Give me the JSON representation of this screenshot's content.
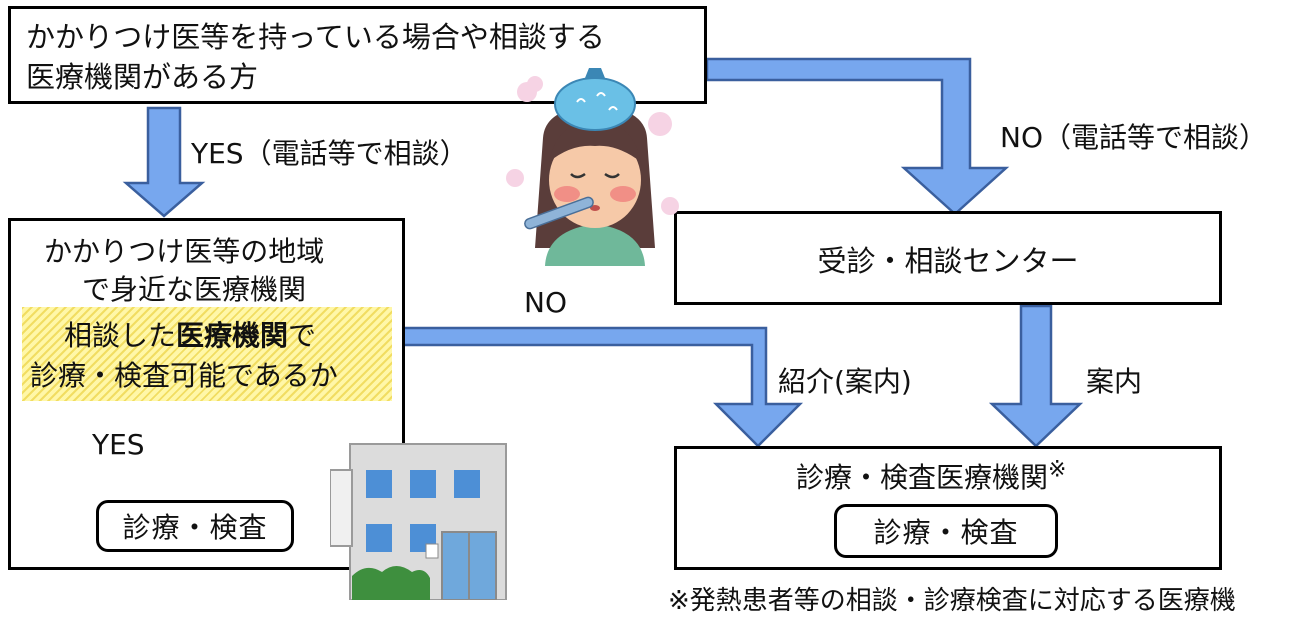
{
  "top_box": {
    "line1": "かかりつけ医等を持っている場合や相談する",
    "line2": "医療機関がある方"
  },
  "labels": {
    "yes_phone": "YES（電話等で相談）",
    "no_phone": "NO（電話等で相談）",
    "no": "NO",
    "yes": "YES",
    "introduce": "紹介(案内)",
    "guide": "案内"
  },
  "left_box": {
    "line1": "かかりつけ医等の地域",
    "line2": "で身近な医療機関",
    "q_line1_a": "相談した",
    "q_line1_b": "医療機関",
    "q_line1_c": "で",
    "q_line2": "診療・検査可能であるか",
    "exam": "診療・検査"
  },
  "center_box": {
    "label": "受診・相談センター"
  },
  "right_box": {
    "title": "診療・検査医療機関",
    "mark": "※",
    "exam": "診療・検査"
  },
  "footnote": "※発熱患者等の相談・診療検査に対応する医療機",
  "icons": [
    "sick-person-illustration",
    "hospital-building-illustration"
  ],
  "colors": {
    "arrow_fill": "#77a7ee",
    "arrow_stroke": "#3a5f9e",
    "highlight": "#fff7a8"
  }
}
